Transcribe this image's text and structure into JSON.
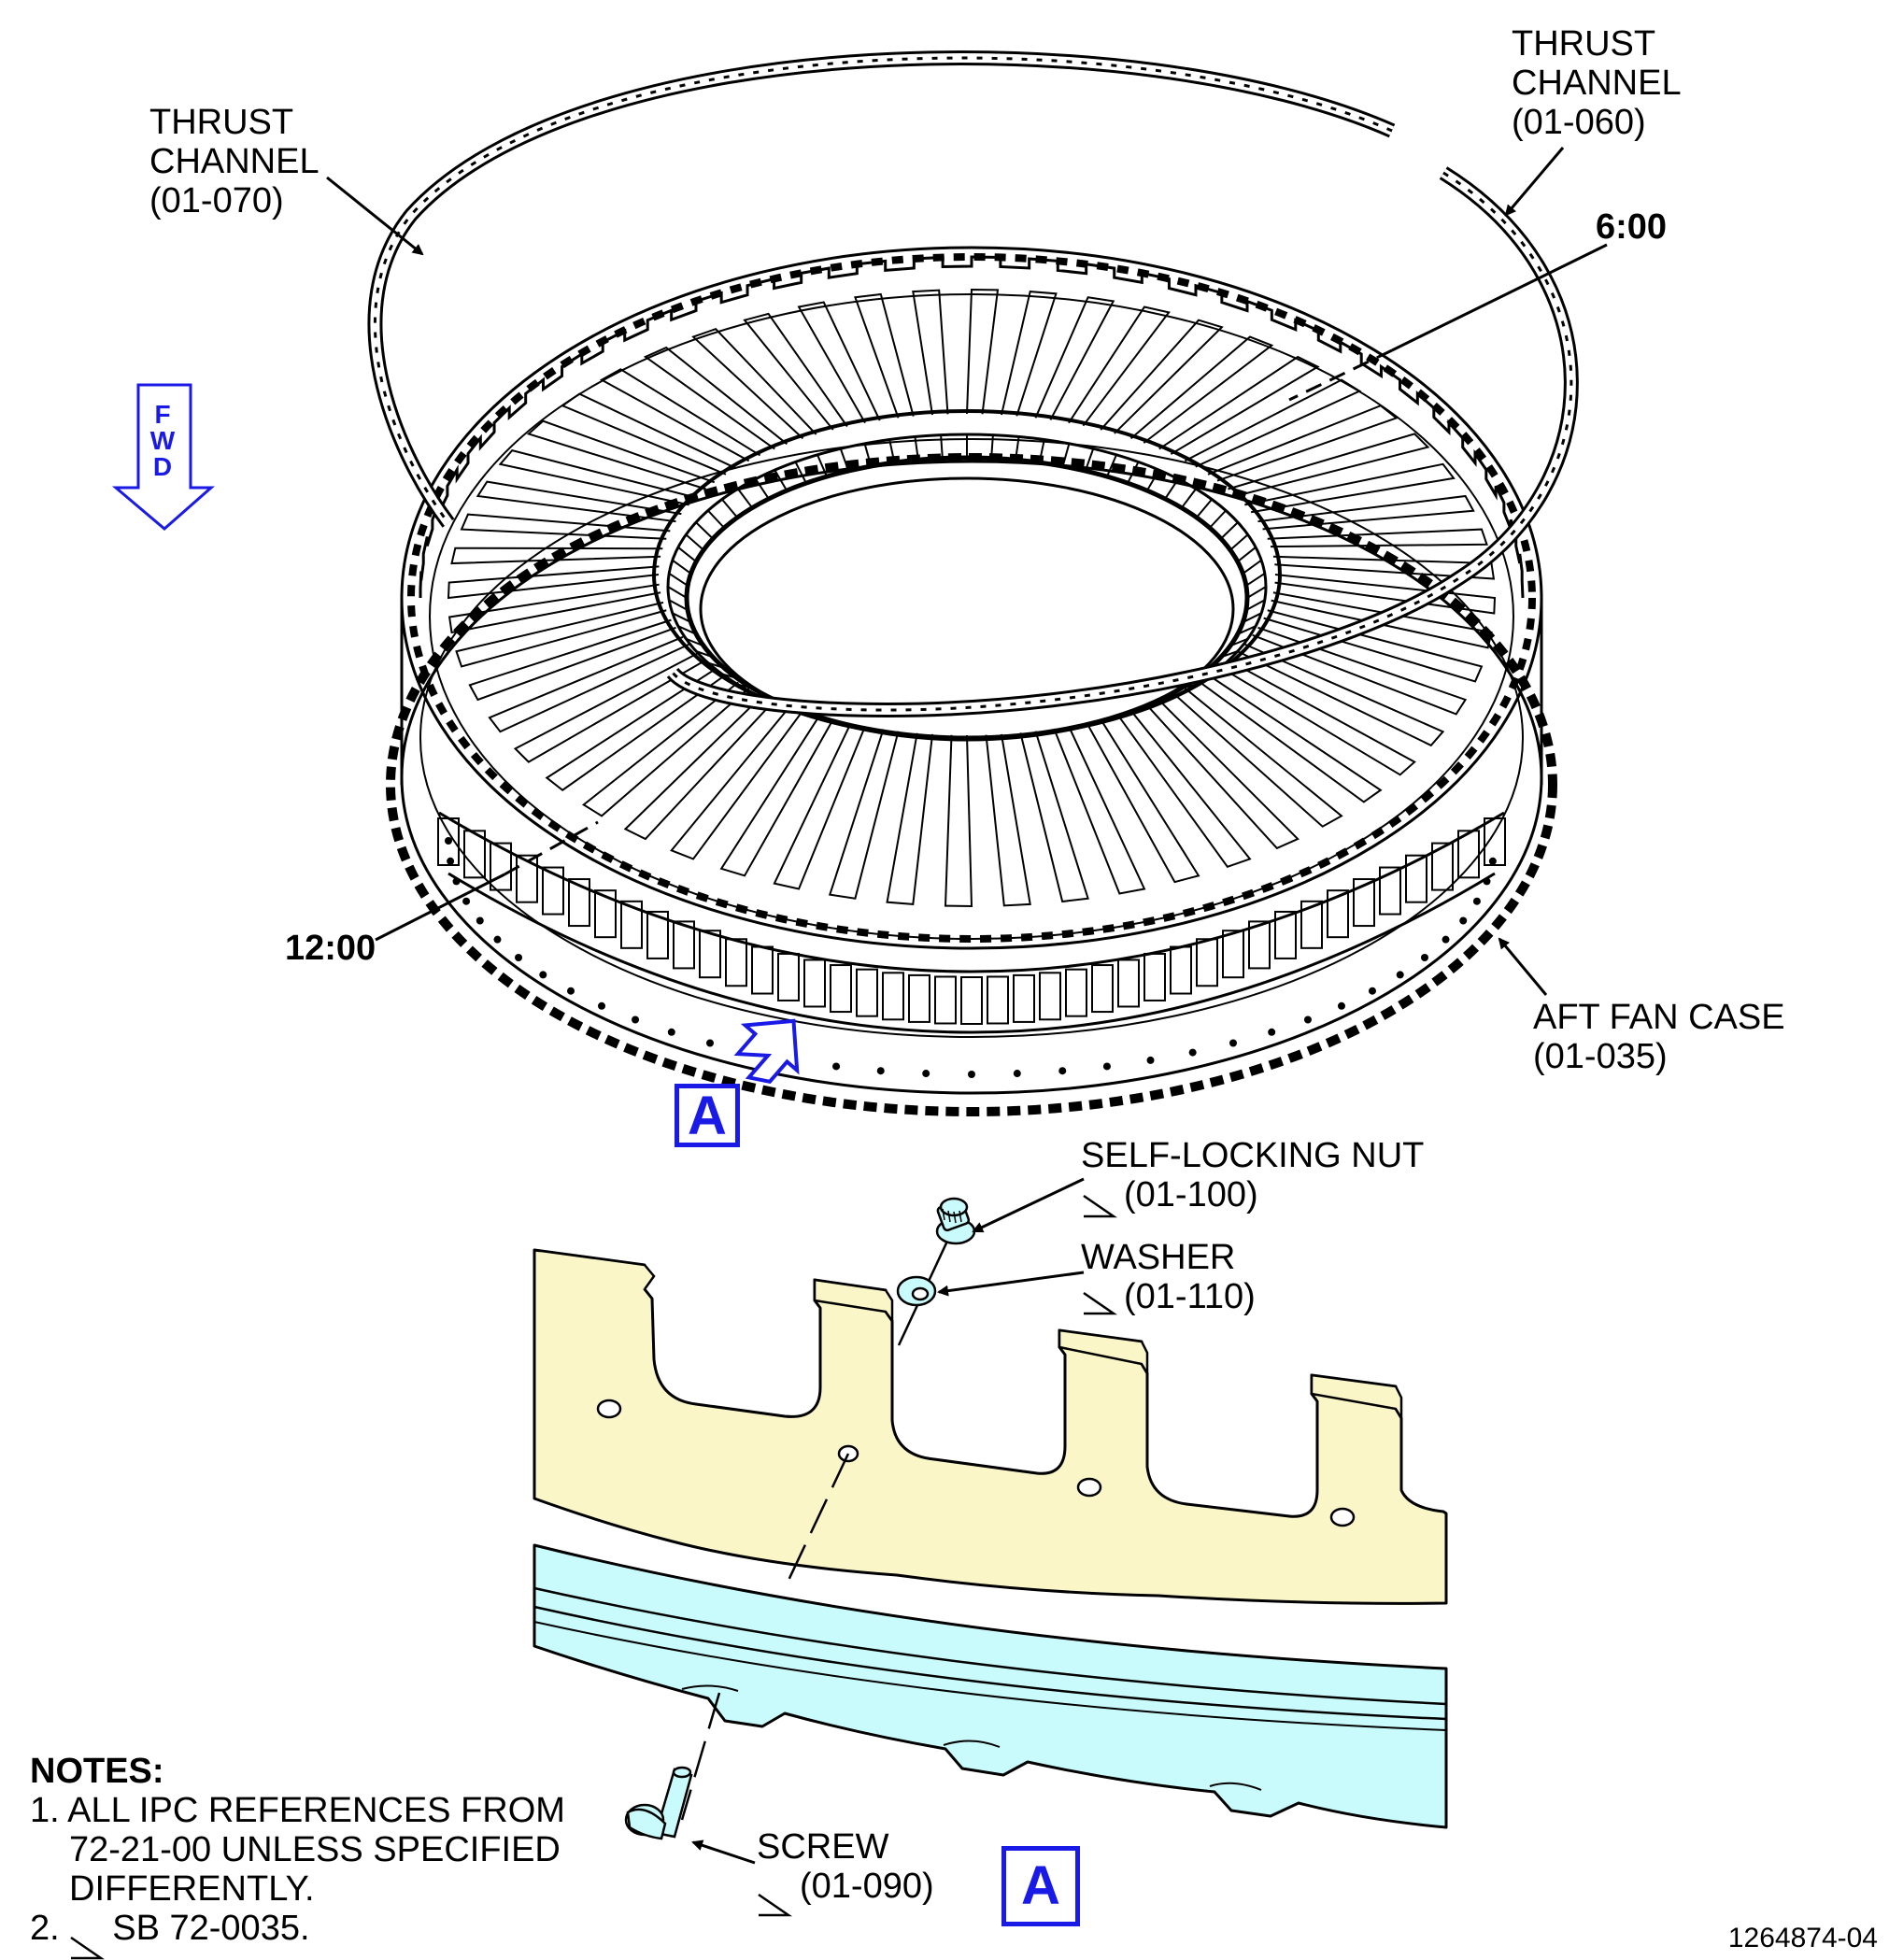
{
  "labels": {
    "thrust_channel_070": [
      "THRUST",
      "CHANNEL",
      "(01-070)"
    ],
    "thrust_channel_060": [
      "THRUST",
      "CHANNEL",
      "(01-060)"
    ],
    "clock_6": "6:00",
    "clock_12": "12:00",
    "aft_fan_case": [
      "AFT FAN CASE",
      "(01-035)"
    ],
    "self_locking_nut": [
      "SELF-LOCKING NUT",
      "(01-100)"
    ],
    "washer": [
      "WASHER",
      "(01-110)"
    ],
    "screw": [
      "SCREW",
      "(01-090)"
    ],
    "fwd": [
      "F",
      "W",
      "D"
    ],
    "view_marker": "A",
    "figure_number": "1264874-04"
  },
  "notes": {
    "title": "NOTES:",
    "items": [
      [
        "1. ALL IPC REFERENCES FROM",
        "72-21-00 UNLESS SPECIFIED",
        "DIFFERENTLY."
      ],
      [
        "2. ",
        "SB 72-0035."
      ]
    ]
  },
  "colors": {
    "accent_blue": "#1a1ae6",
    "flange_yellow": "#fbf6c8",
    "channel_cyan": "#c9fbfc",
    "line": "#000000"
  }
}
